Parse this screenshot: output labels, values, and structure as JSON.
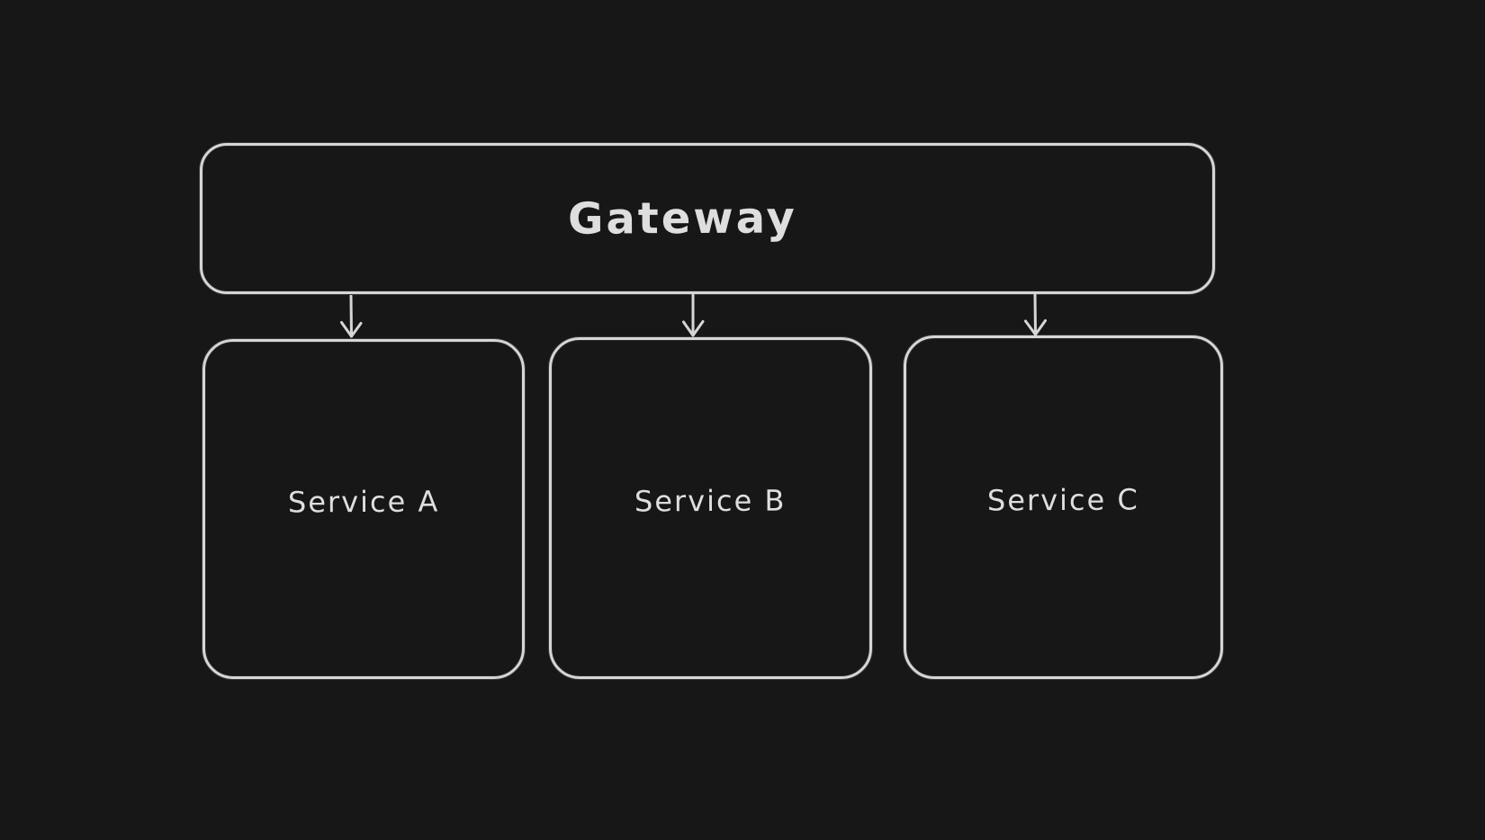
{
  "canvas": {
    "background_color": "#171717",
    "stroke_color": "#d6d6d6",
    "text_color": "#dedede",
    "style": "hand-drawn whiteboard diagram, dark theme"
  },
  "diagram": {
    "type": "flowchart",
    "nodes": [
      {
        "id": "gateway",
        "label": "Gateway",
        "shape": "rounded-rectangle",
        "role": "source"
      },
      {
        "id": "service-a",
        "label": "Service A",
        "shape": "rounded-rectangle",
        "role": "target"
      },
      {
        "id": "service-b",
        "label": "Service B",
        "shape": "rounded-rectangle",
        "role": "target"
      },
      {
        "id": "service-c",
        "label": "Service C",
        "shape": "rounded-rectangle",
        "role": "target"
      }
    ],
    "edges": [
      {
        "from": "gateway",
        "to": "service-a",
        "style": "straight-line",
        "arrowhead": "open-v-down"
      },
      {
        "from": "gateway",
        "to": "service-b",
        "style": "straight-line",
        "arrowhead": "open-v-down"
      },
      {
        "from": "gateway",
        "to": "service-c",
        "style": "straight-line",
        "arrowhead": "open-v-down"
      }
    ]
  }
}
